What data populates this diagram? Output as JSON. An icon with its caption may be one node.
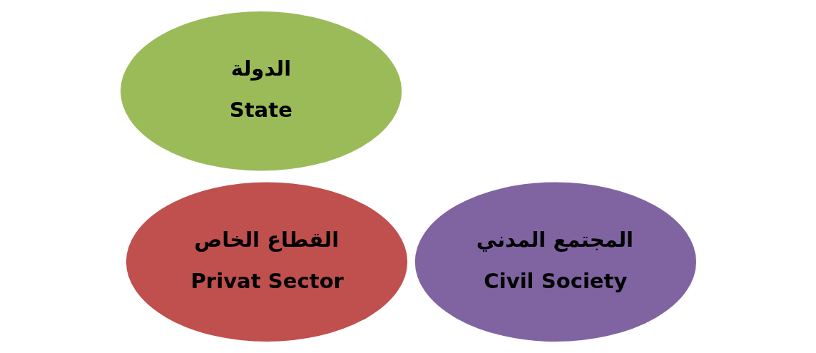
{
  "diagram": {
    "nodes": [
      {
        "text": [
          "الدولة",
          "State"
        ]
      },
      {
        "text": [
          "القطاع الخاص",
          "Privat Sector"
        ]
      },
      {
        "text": [
          "المجتمع المدني",
          "Civil Society"
        ]
      }
    ]
  }
}
